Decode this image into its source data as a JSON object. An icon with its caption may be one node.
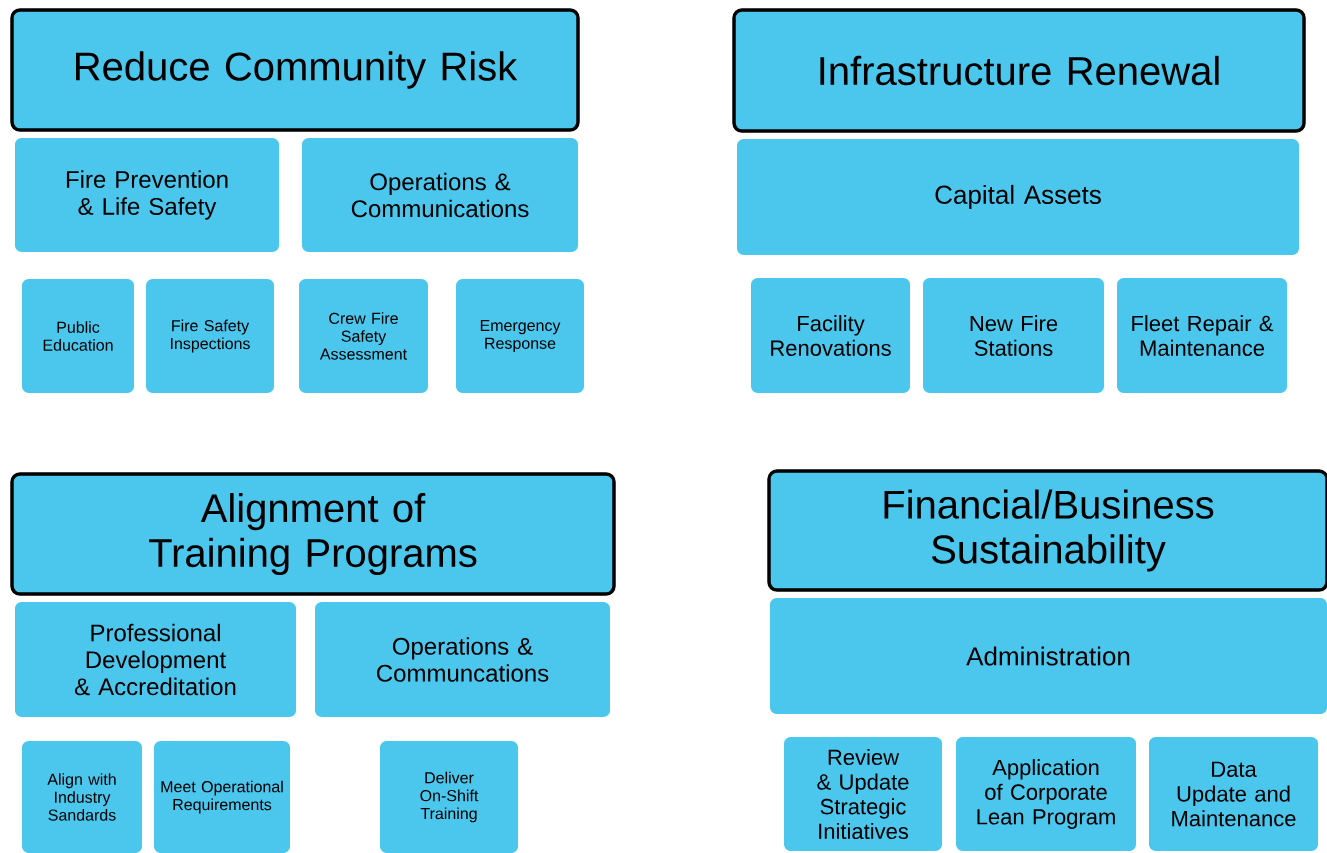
{
  "diagram": {
    "nodes": [
      {
        "text": [
          "Reduce Community Risk"
        ]
      },
      {
        "text": [
          "Fire Prevention & Life Safety"
        ]
      },
      {
        "text": [
          "Operations & Communications"
        ]
      },
      {
        "text": [
          "Public Education"
        ]
      },
      {
        "text": [
          "Fire Safety Inspections"
        ]
      },
      {
        "text": [
          "Crew Fire Safety Assessment"
        ]
      },
      {
        "text": [
          "Emergency Response"
        ]
      },
      {
        "text": [
          "Infrastructure Renewal"
        ]
      },
      {
        "text": [
          "Capital Assets"
        ]
      },
      {
        "text": [
          "Facility Renovations"
        ]
      },
      {
        "text": [
          "New Fire Stations"
        ]
      },
      {
        "text": [
          "Fleet Repair & Maintenance"
        ]
      },
      {
        "text": [
          "Alignment of Training Programs"
        ]
      },
      {
        "text": [
          "Professional Development & Accreditation"
        ]
      },
      {
        "text": [
          "Operations & Communcations"
        ]
      },
      {
        "text": [
          "Align with Industry Sandards"
        ]
      },
      {
        "text": [
          "Meet Operational Requirements"
        ]
      },
      {
        "text": [
          "Deliver On-Shift Training"
        ]
      },
      {
        "text": [
          "Financial/Business Sustainability"
        ]
      },
      {
        "text": [
          "Administration"
        ]
      },
      {
        "text": [
          "Review & Update Strategic Initiatives"
        ]
      },
      {
        "text": [
          "Application of Corporate Lean Program"
        ]
      },
      {
        "text": [
          "Data Update and Maintenance"
        ]
      }
    ]
  }
}
